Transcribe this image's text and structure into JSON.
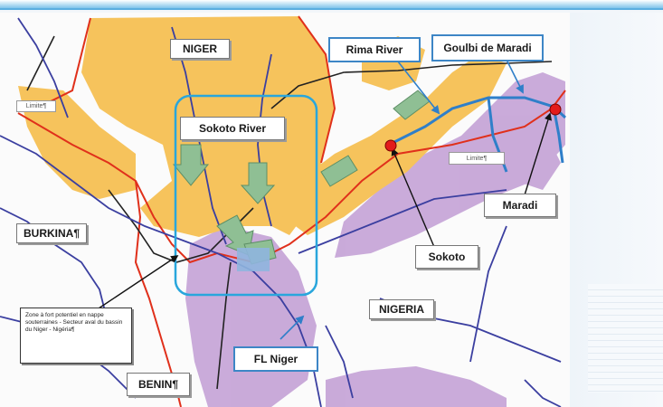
{
  "labels": {
    "niger": "NIGER",
    "rima": "Rima River",
    "goulbi": "Goulbi de Maradi",
    "sokoto_river": "Sokoto River",
    "burkina": "BURKINA¶",
    "maradi": "Maradi",
    "sokoto": "Sokoto",
    "nigeria": "NIGERIA",
    "fl_niger": "FL Niger",
    "benin": "BENIN¶",
    "limite_left": "Limite¶",
    "limite_right": "Limite¶"
  },
  "note": "Zone à fort potentiel en nappe souterraines - Secteur aval du bassin du Niger - Nigéria¶",
  "colors": {
    "aquifer_zone": "#f6c35c",
    "secondary_zone": "#c7a6d8",
    "border_red": "#e0301b",
    "river_blue": "#3b3fa0",
    "river_highlight": "#2f7fc9",
    "road_black": "#222222",
    "arrow_green": "#8fbf94",
    "city_marker": "#e31b1b",
    "label_border_blue": "#3d86c6"
  },
  "icons": [
    "city-marker-icon",
    "arrow-icon"
  ]
}
